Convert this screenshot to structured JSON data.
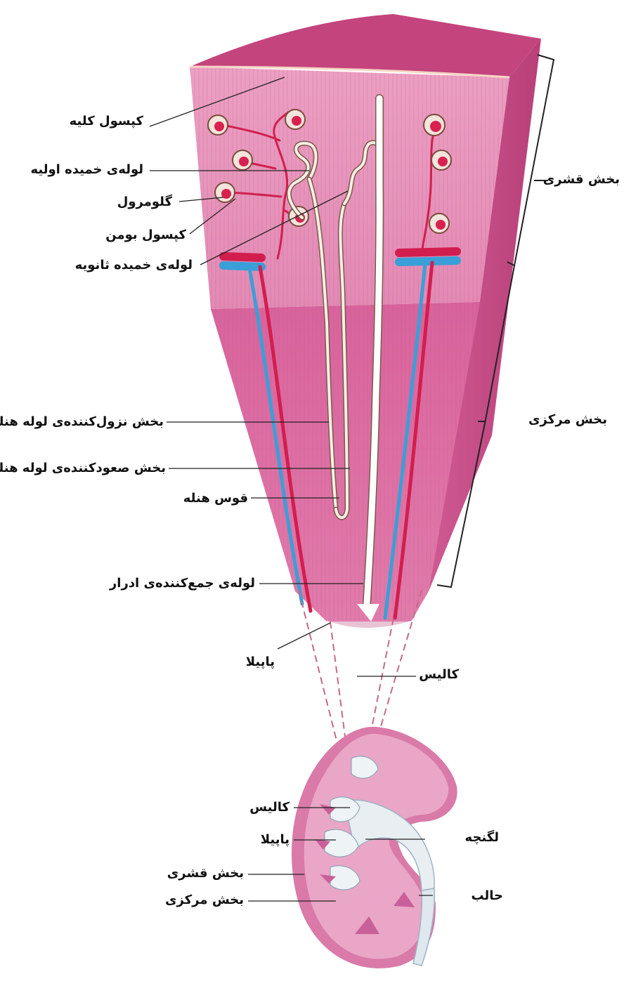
{
  "colors": {
    "tissue_cortex": "#e58bb6",
    "tissue_medulla": "#d85f9a",
    "capsule_top": "#c8447e",
    "artery": "#d21e4e",
    "vein": "#3a9fd8",
    "tubule": "#f8efe6",
    "kidney_pink": "#d97aa8",
    "line": "#222222"
  },
  "labels": {
    "renal_capsule": "کپسول کلیه",
    "proximal_tubule": "لوله‌ی خمیده اولیه",
    "glomerulus": "گلومرول",
    "bowman_capsule": "کپسول بومن",
    "distal_tubule": "لوله‌ی خمیده ثانویه",
    "cortex": "بخش قشری",
    "medulla": "بخش مرکزی",
    "descending_limb": "بخش نزول‌کننده‌ی لوله هنله",
    "ascending_limb": "بخش صعودکننده‌ی لوله هنله",
    "henle_loop": "قوس هنله",
    "collecting_duct": "لوله‌ی جمع‌کننده‌ی ادرار",
    "papilla": "پاپیلا",
    "calyx": "کالیس",
    "kidney_calyx": "کالیس",
    "kidney_papilla": "پاپیلا",
    "kidney_cortex": "بخش قشری",
    "kidney_medulla": "بخش مرکزی",
    "pelvis": "لگنچه",
    "ureter": "حالب"
  }
}
